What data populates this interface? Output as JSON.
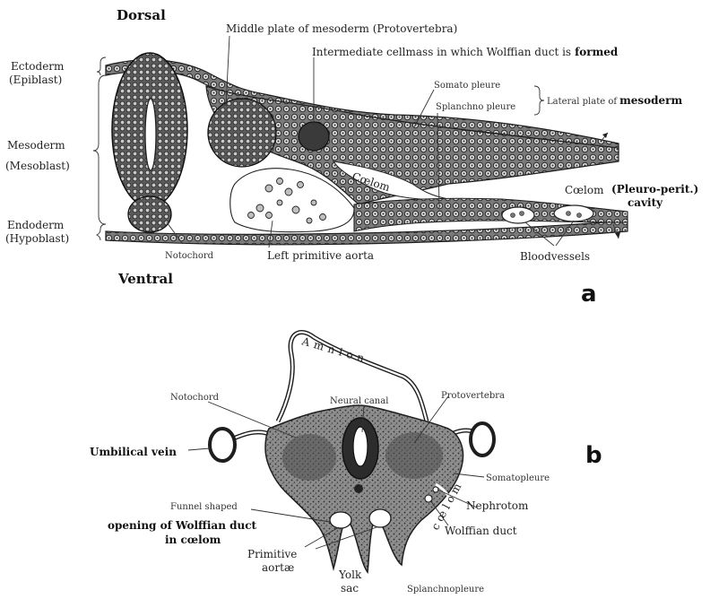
{
  "figure_a": {
    "panel_letter": "a",
    "dorsal": "Dorsal",
    "ventral": "Ventral",
    "ectoderm": "Ectoderm",
    "epiblast": "(Epiblast)",
    "mesoderm": "Mesoderm",
    "mesoblast": "(Mesoblast)",
    "endoderm": "Endoderm",
    "hypoblast": "(Hypoblast)",
    "middle_plate": "Middle plate of mesoderm (Protovertebra)",
    "intermediate_a": "Intermediate cellmass in which Wolffian duct is",
    "intermediate_b": "formed",
    "somato_pleure": "Somato pleure",
    "splanchno_pleure": "Splanchno pleure",
    "lateral_plate_a": "Lateral plate of",
    "lateral_plate_b": "mesoderm",
    "coelom_inner": "Cœlom",
    "coelom_outer": "Cœlom",
    "pleuro_perit": "Pleuro-perit.",
    "cavity": "cavity",
    "notochord": "Notochord",
    "left_aorta": "Left primitive aorta",
    "bloodvessels": "Bloodvessels"
  },
  "figure_b": {
    "panel_letter": "b",
    "amnion": "Amnion",
    "notochord": "Notochord",
    "neural_canal": "Neural canal",
    "protovertebra": "Protovertebra",
    "umbilical_vein": "Umbilical vein",
    "somatopleure": "Somatopleure",
    "coelom": "cœlom",
    "nephrotom": "Nephrotom",
    "wolffian_duct": "Wolffian duct",
    "funnel_a": "Funnel shaped",
    "funnel_b": "opening of Wolffian duct",
    "funnel_c": "in cœlom",
    "primitive": "Primitive",
    "aortae": "aortæ",
    "yolk": "Yolk",
    "sac": "sac",
    "splanchnopleure": "Splanchnopleure"
  }
}
